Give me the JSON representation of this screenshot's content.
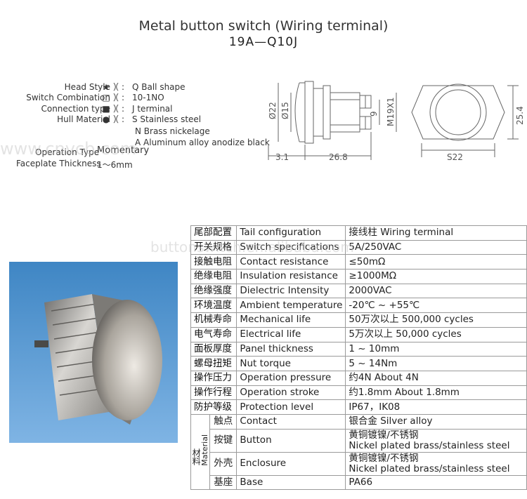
{
  "header": {
    "title": "Metal button switch (Wiring terminal)",
    "model": "19A—Q10J"
  },
  "codes": [
    {
      "label": "Head Style（",
      "symbol": "★",
      "paren": "）:",
      "value": "Q Ball shape"
    },
    {
      "label": "Switch Combination（",
      "symbol": "□",
      "paren": "）:",
      "value": "10-1NO"
    },
    {
      "label": "Connection type（",
      "symbol": "■",
      "paren": "）:",
      "value": "J terminal"
    },
    {
      "label": "Hull Material（",
      "symbol": "●",
      "paren": "）:",
      "value": "S Stainless steel"
    }
  ],
  "hull_extra": [
    "N Brass nickelage",
    "A Aluminum alloy anodize black"
  ],
  "operation": {
    "label": "Operation Type",
    "value": "Momentary"
  },
  "faceplate": {
    "label": "Faceplate Thickness",
    "value": "1～6mm"
  },
  "dimensions": {
    "d1": "Ø22",
    "d2": "Ø15",
    "d3": "9",
    "thread": "M19X1",
    "l1": "3.1",
    "l2": "26.8",
    "s": "S22",
    "h": "25.4"
  },
  "specs": [
    {
      "cn": "尾部配置",
      "en": "Tail configuration",
      "value": "接线柱 Wiring terminal"
    },
    {
      "cn": "开关规格",
      "en": "Switch specifications",
      "value": "5A/250VAC"
    },
    {
      "cn": "接触电阻",
      "en": "Contact resistance",
      "value": "≤50mΩ"
    },
    {
      "cn": "绝缘电阻",
      "en": "Insulation resistance",
      "value": "≥1000MΩ"
    },
    {
      "cn": "绝缘强度",
      "en": "Dielectric Intensity",
      "value": "2000VAC"
    },
    {
      "cn": "环境温度",
      "en": "Ambient temperature",
      "value": "-20℃ ~ +55℃"
    },
    {
      "cn": "机械寿命",
      "en": "Mechanical life",
      "value": "50万次以上 500,000 cycles"
    },
    {
      "cn": "电气寿命",
      "en": "Electrical life",
      "value": "5万次以上 50,000  cycles"
    },
    {
      "cn": "面板厚度",
      "en": "Panel thickness",
      "value": "1 ~ 10mm"
    },
    {
      "cn": "螺母扭矩",
      "en": "Nut torque",
      "value": "5 ~ 14Nm"
    },
    {
      "cn": "操作压力",
      "en": "Operation pressure",
      "value": "约4N About 4N"
    },
    {
      "cn": "操作行程",
      "en": "Operation stroke",
      "value": "约1.8mm About 1.8mm"
    },
    {
      "cn": "防护等级",
      "en": "Protection level",
      "value": "IP67，IK08"
    }
  ],
  "material": {
    "cn": "材料",
    "en": "Material",
    "rows": [
      {
        "cn": "触点",
        "en": "Contact",
        "value": "银合金 Silver alloy",
        "value2": ""
      },
      {
        "cn": "按键",
        "en": "Button",
        "value": "黄铜镀镍/不锈钢",
        "value2": "Nickel plated brass/stainless steel"
      },
      {
        "cn": "外壳",
        "en": "Enclosure",
        "value": "黄铜镀镍/不锈钢",
        "value2": "Nickel plated brass/stainless steel"
      },
      {
        "cn": "基座",
        "en": "Base",
        "value": "PA66",
        "value2": ""
      }
    ]
  },
  "watermarks": [
    "www.cnvcb.com",
    "buttonswitch.en.alibaba.com"
  ]
}
